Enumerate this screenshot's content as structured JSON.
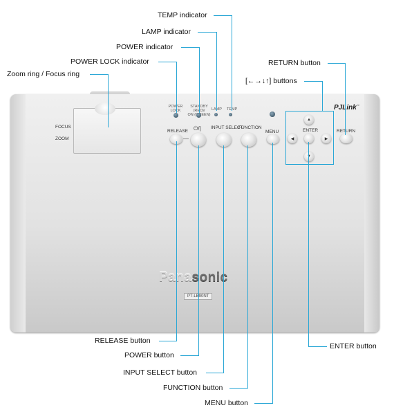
{
  "callouts": {
    "temp": "TEMP indicator",
    "lamp": "LAMP indicator",
    "power_ind": "POWER indicator",
    "power_lock": "POWER LOCK indicator",
    "zoom_focus": "Zoom ring / Focus ring",
    "return": "RETURN button",
    "arrows": "[←→↓↑] buttons",
    "release": "RELEASE button",
    "power": "POWER button",
    "input_select": "INPUT SELECT button",
    "function": "FUNCTION button",
    "menu": "MENU button",
    "enter": "ENTER button"
  },
  "panel": {
    "focus": "FOCUS",
    "zoom": "ZOOM",
    "power_lock_l1": "POWER",
    "power_lock_l2": "LOCK",
    "standby_l1": "STANDBY (RED)/",
    "standby_l2": "ON (GREEN)",
    "lamp": "LAMP",
    "temp": "TEMP",
    "release": "RELEASE",
    "power_symbol": "⏻/|",
    "input_select": "INPUT SELECT",
    "function": "FUNCTION",
    "menu": "MENU",
    "enter": "ENTER",
    "return": "RETURN",
    "pjlink": "PJLink",
    "tm": "™",
    "brand_light": "Pana",
    "brand_dark": "sonic",
    "model": "PT-LB90NT"
  },
  "colors": {
    "leader_line": "#2aa7d6"
  }
}
